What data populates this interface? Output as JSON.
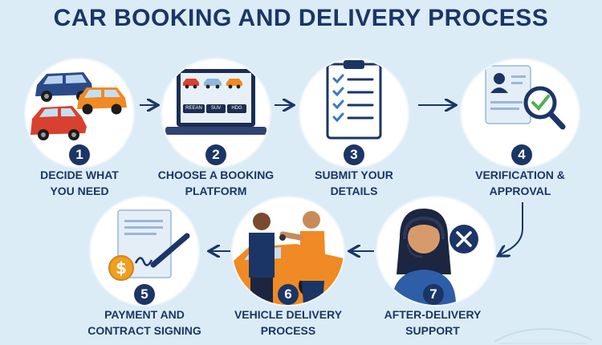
{
  "title": "CAR BOOKING AND DELIVERY PROCESS",
  "steps": [
    {
      "number": "1",
      "line1": "DECIDE WHAT",
      "line2": "YOU NEED"
    },
    {
      "number": "2",
      "line1": "CHOOSE A BOOKING",
      "line2": "PLATFORM"
    },
    {
      "number": "3",
      "line1": "SUBMIT YOUR",
      "line2": "DETAILS"
    },
    {
      "number": "4",
      "line1": "VERIFICATION &",
      "line2": "APPROVAL"
    },
    {
      "number": "5",
      "line1": "PAYMENT AND",
      "line2": "CONTRACT SIGNING"
    },
    {
      "number": "6",
      "line1": "VEHICLE DELIVERY",
      "line2": "PROCESS"
    },
    {
      "number": "7",
      "line1": "AFTER-DELIVERY",
      "line2": "SUPPORT"
    }
  ],
  "laptop_options": [
    "REEAN",
    "SUV",
    "HDG"
  ],
  "colors": {
    "navy": "#1b3566",
    "background": "#dcecf6",
    "orange": "#f08a24",
    "red": "#d9412f"
  }
}
